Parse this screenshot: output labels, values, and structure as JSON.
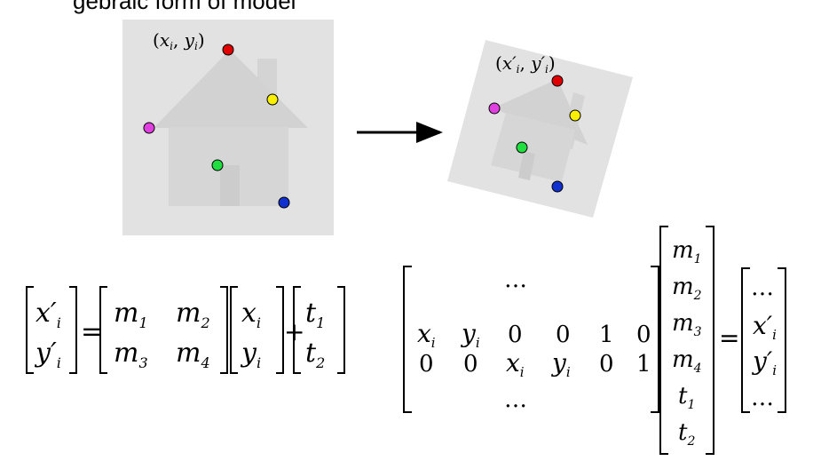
{
  "heading": {
    "fragment": "gebraic form of model"
  },
  "left_panel": {
    "point_label": "(xᵢ, yᵢ)",
    "x": "x",
    "y": "y",
    "sub": "i",
    "background_color": "#e2e2e2",
    "house_color": "#d2d2d2"
  },
  "right_panel": {
    "x": "x′",
    "y": "y′",
    "sub": "i"
  },
  "points": [
    {
      "name": "red",
      "color": "#e00000"
    },
    {
      "name": "yellow",
      "color": "#f8f000"
    },
    {
      "name": "magenta",
      "color": "#e040e0"
    },
    {
      "name": "green",
      "color": "#20e040"
    },
    {
      "name": "blue",
      "color": "#1030d0"
    }
  ],
  "equation_left": {
    "lhs": [
      "x′",
      "y′"
    ],
    "matrix": [
      "m",
      "m",
      "m",
      "m"
    ],
    "matrix_subs": [
      "1",
      "2",
      "3",
      "4"
    ],
    "vector": [
      "x",
      "y"
    ],
    "translation": [
      "t",
      "t"
    ],
    "translation_subs": [
      "1",
      "2"
    ],
    "sub": "i",
    "equals": "=",
    "plus": "+"
  },
  "equation_right": {
    "ellipsis": "…",
    "row1": [
      "x",
      "y",
      "0",
      "0",
      "1",
      "0"
    ],
    "row2": [
      "0",
      "0",
      "x",
      "y",
      "0",
      "1"
    ],
    "unknowns": [
      "m",
      "m",
      "m",
      "m",
      "t",
      "t"
    ],
    "unknown_subs": [
      "1",
      "2",
      "3",
      "4",
      "1",
      "2"
    ],
    "result": [
      "…",
      "x′",
      "y′",
      "…"
    ],
    "sub": "i",
    "equals": "="
  }
}
